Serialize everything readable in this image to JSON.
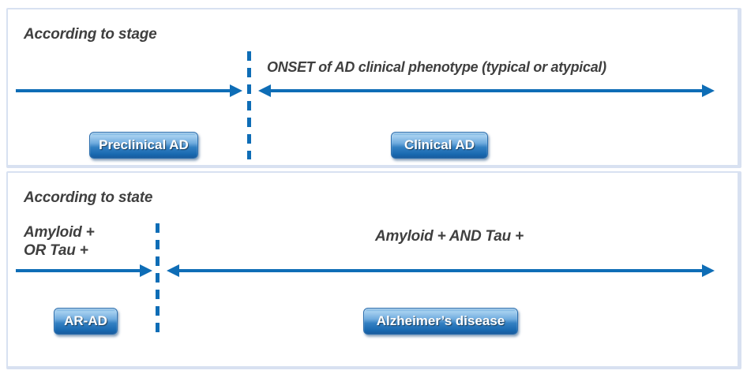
{
  "figure": {
    "stage_panel": {
      "title": "According to stage",
      "onset_label": "ONSET of AD clinical phenotype (typical or atypical)",
      "preclinical_badge": "Preclinical AD",
      "clinical_badge": "Clinical AD"
    },
    "state_panel": {
      "title": "According to state",
      "biomarker_left_line1": "Amyloid +",
      "biomarker_left_line2": "OR Tau +",
      "biomarker_right": "Amyloid + AND Tau +",
      "arad_badge": "AR-AD",
      "alzheimers_badge": "Alzheimer’s disease"
    },
    "colors": {
      "accent": "#0e6db6",
      "panel_border": "#d8e1f1",
      "heading_text": "#3f3f3f",
      "badge_text": "#ffffff",
      "badge_gradient_top": "#a7d1f0",
      "badge_gradient_bottom": "#1767ae"
    }
  }
}
